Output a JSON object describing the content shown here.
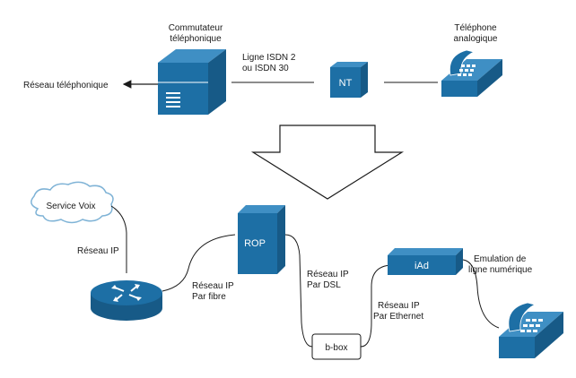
{
  "labels": {
    "switch_line1": "Commutateur",
    "switch_line2": "téléphonique",
    "phone_top_line1": "Téléphone",
    "phone_top_line2": "analogique",
    "isdn_line1": "Ligne ISDN 2",
    "isdn_line2": "ou ISDN 30",
    "phone_network": "Réseau téléphonique",
    "nt": "NT",
    "service_voix": "Service Voix",
    "reseau_ip_left": "Réseau IP",
    "rop": "ROP",
    "fibre_line1": "Réseau IP",
    "fibre_line2": "Par fibre",
    "dsl_line1": "Réseau IP",
    "dsl_line2": "Par DSL",
    "iad": "iAd",
    "emulation_line1": "Emulation de",
    "emulation_line2": "ligne numérique",
    "ethernet_line1": "Réseau IP",
    "ethernet_line2": "Par Ethernet",
    "bbox": "b-box"
  },
  "colors": {
    "device_fill": "#1d6fa5",
    "device_dark": "#175a87",
    "device_light": "#3f8fc4",
    "line": "#1a1a1a",
    "cloud_stroke": "#7fb3d6"
  },
  "icons": {
    "switch": "telephone-switch-icon",
    "nt": "network-terminal-icon",
    "phone": "analog-phone-icon",
    "cloud": "cloud-icon",
    "router": "router-icon",
    "server": "server-tower-icon",
    "iad": "iad-box-icon",
    "bbox": "bbox-icon",
    "arrow": "down-arrow-icon"
  }
}
